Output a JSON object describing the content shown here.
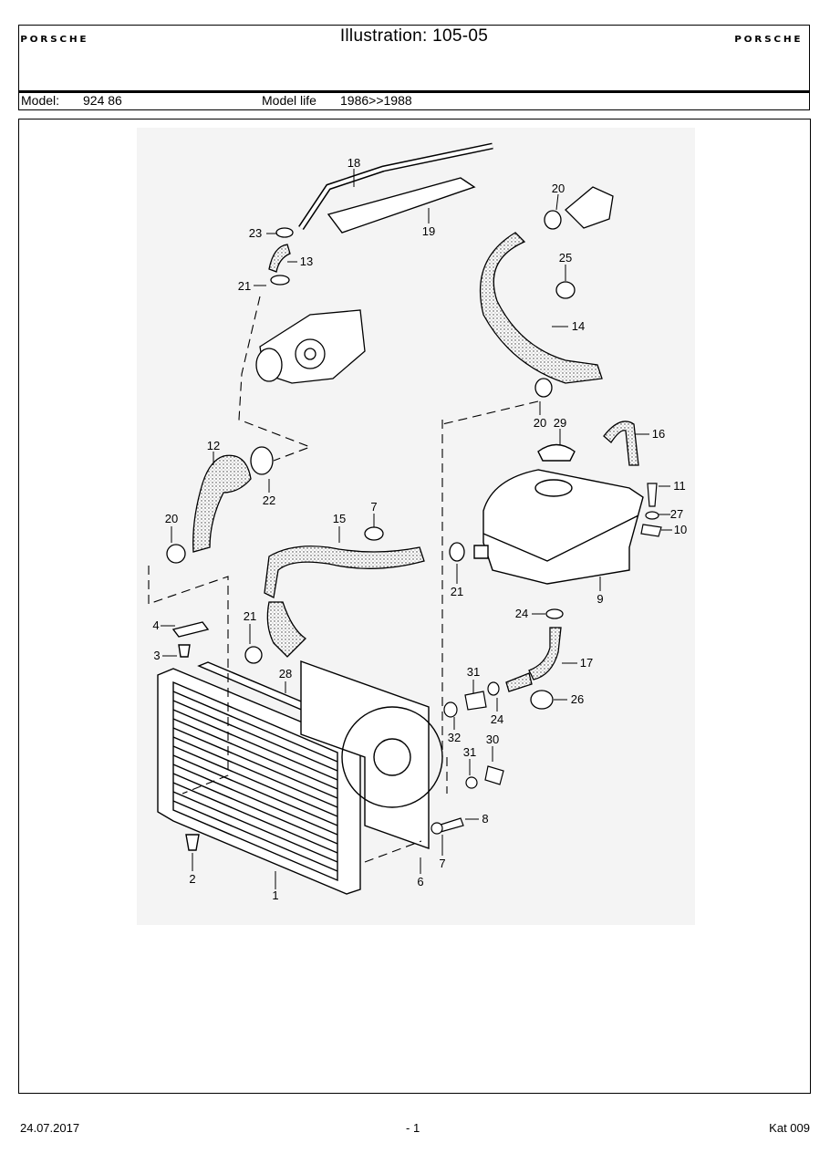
{
  "header": {
    "title": "Illustration: 105-05",
    "logo_text": "PORSCHE",
    "model_label": "Model:",
    "model_value": "924 86",
    "model_life_label": "Model life",
    "model_life_value": "1986>>1988"
  },
  "diagram": {
    "callouts": [
      "18",
      "19",
      "20",
      "23",
      "13",
      "25",
      "21",
      "14",
      "20",
      "29",
      "16",
      "12",
      "22",
      "11",
      "7",
      "27",
      "10",
      "20",
      "15",
      "21",
      "9",
      "4",
      "21",
      "24",
      "17",
      "3",
      "28",
      "31",
      "26",
      "24",
      "32",
      "30",
      "31",
      "8",
      "2",
      "7",
      "6",
      "1"
    ]
  },
  "footer": {
    "date": "24.07.2017",
    "page": "- 1",
    "catalog": "Kat 009"
  }
}
